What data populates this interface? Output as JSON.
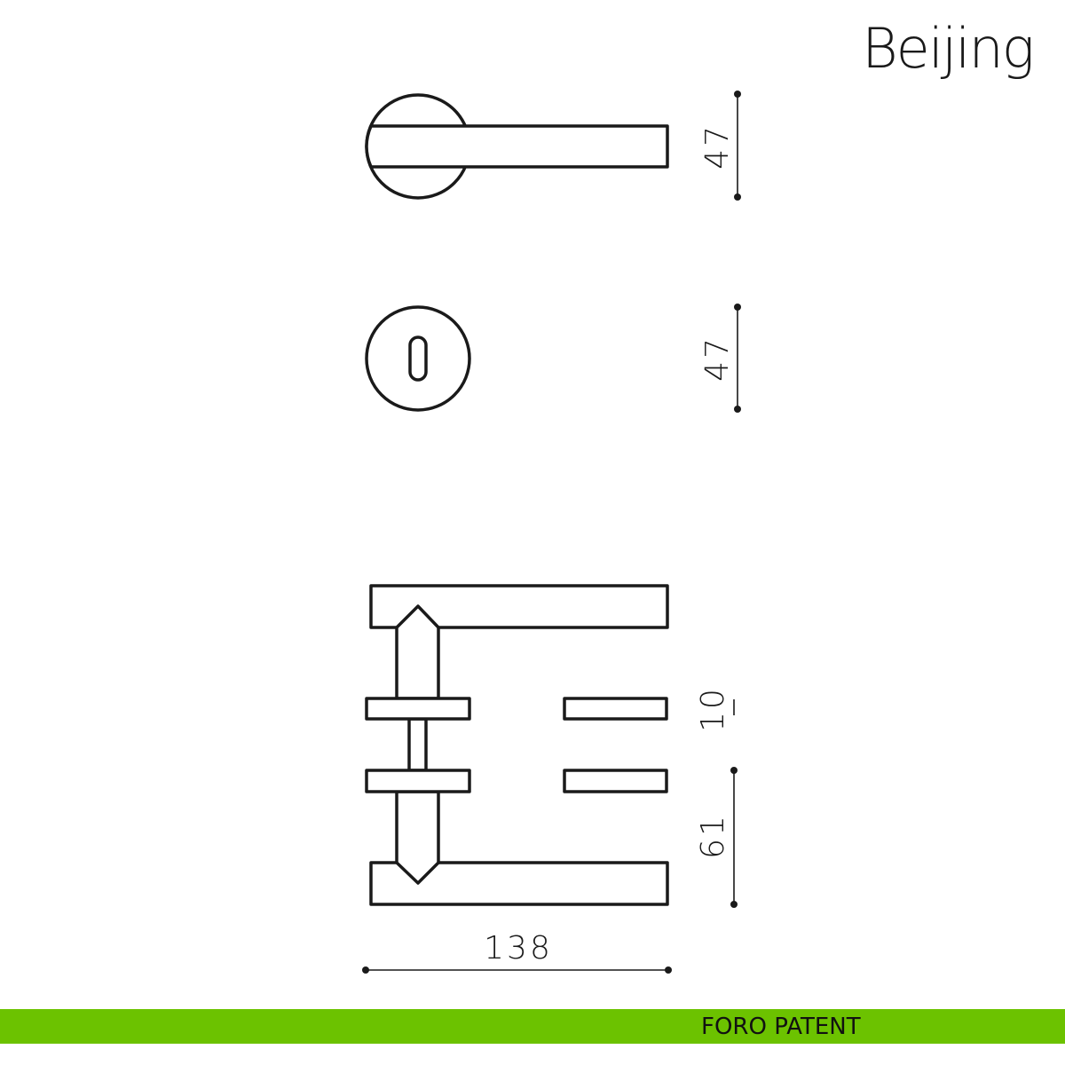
{
  "title": "Beijing",
  "brand": "FORO PATENT",
  "brand_color": "#6cc200",
  "dimensions": {
    "lever_rose_height": "47",
    "escutcheon_height": "47",
    "rose_thickness": "10",
    "lever_projection": "61",
    "lever_length": "138"
  }
}
